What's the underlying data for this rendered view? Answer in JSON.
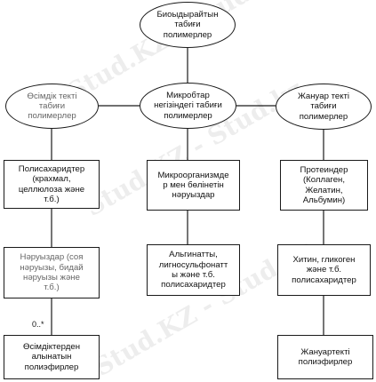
{
  "nodes": {
    "root": "Биоыдырайтын\nтабиғи\nполимерлер",
    "plant": "Өсімдік текті\nтабиғи\nполимерлер",
    "micro": "Микробтар\nнегізіндегі табиғи\nполимерлер",
    "animal": "Жануар текті\nтабиғи\nполимерлер",
    "plant_box1": "Полисахаридтер\n(крахмал,\nцеллюлоза және\nт.б.)",
    "plant_box2": "Нәруыздар (соя\nнәруызы, бидай\nнәруызы және\nт.б.)",
    "plant_box3": "Өсімдіктерден\nалынатын\nполиэфирлер",
    "micro_box1": "Микроорганизмде\nр мен бөлінетін\nнәруыздар",
    "micro_box2": "Альгинатты,\nлигносульфонатт\nы және т.б.\nполисахаридтер",
    "animal_box1": "Протеиндер\n(Коллаген,\nЖелатин,\nАльбумин)",
    "animal_box2": "Хитин, гликоген\nжәне т.б.\nполисахаридтер",
    "animal_box3": "Жануартекті\nполиэфирлер"
  },
  "multiplicity": "0..*",
  "watermark": "Stud.KZ - Stud.kz"
}
